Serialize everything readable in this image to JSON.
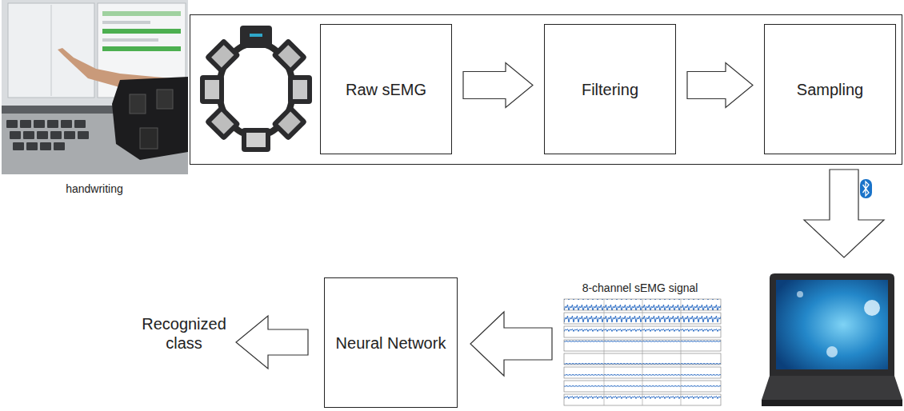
{
  "diagram": {
    "nodes": [
      {
        "text": [
          "Raw sEMG"
        ]
      },
      {
        "text": [
          "Filtering"
        ]
      },
      {
        "text": [
          "Sampling"
        ]
      },
      {
        "text": [
          "Neural Network"
        ]
      }
    ],
    "edges": [
      {
        "from": 0,
        "to": 1,
        "arrow": "to"
      },
      {
        "from": 1,
        "to": 2,
        "arrow": "to"
      }
    ],
    "labels": [
      "handwriting",
      "8-channel sEMG signal",
      "Recognized class"
    ]
  }
}
